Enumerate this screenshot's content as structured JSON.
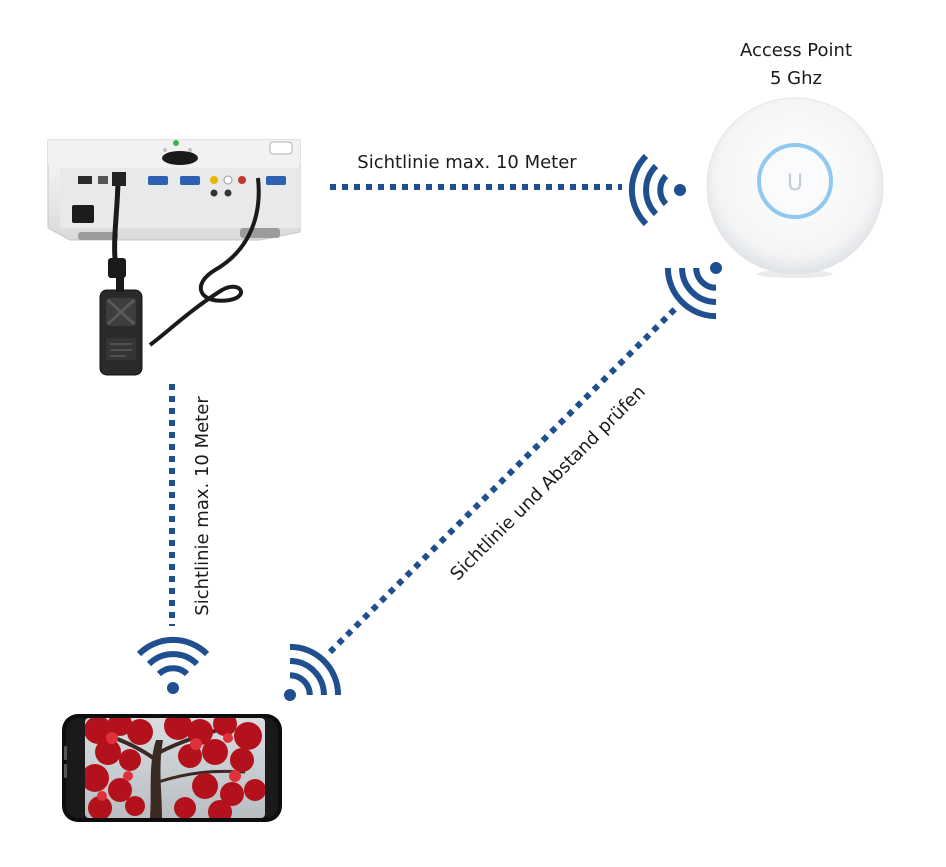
{
  "access_point": {
    "title_line1": "Access Point",
    "title_line2": "5 Ghz",
    "logo_glyph": "U"
  },
  "links": {
    "projector_to_ap": "Sichtlinie max. 10 Meter",
    "projector_to_phone": "Sichtlinie max. 10 Meter",
    "phone_to_ap": "Sichtlinie und Abstand prüfen"
  },
  "colors": {
    "link_blue": "#1f4f8f",
    "ap_ring": "#8fc8f0"
  },
  "icons": [
    "projector-image",
    "wifi-dongle-image",
    "access-point-image",
    "smartphone-image",
    "wifi-signal-icon"
  ]
}
